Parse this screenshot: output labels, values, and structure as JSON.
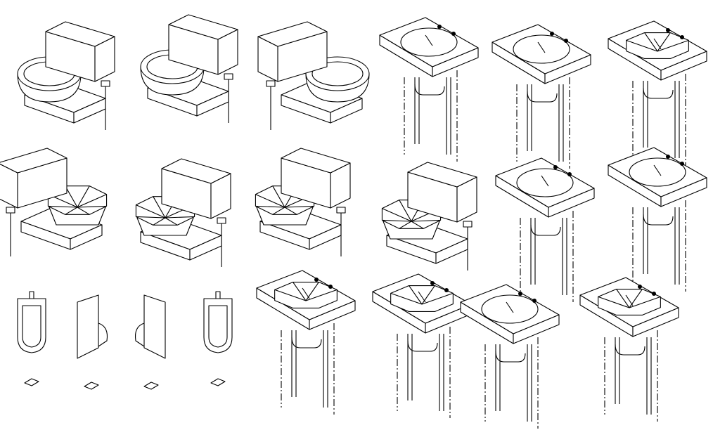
{
  "drawing": {
    "background": "#ffffff",
    "stroke": "#000000",
    "fixtures": [
      {
        "kind": "toilet-icon",
        "variant": "round-bowl-tank-right"
      },
      {
        "kind": "toilet-icon",
        "variant": "round-bowl-front"
      },
      {
        "kind": "toilet-icon",
        "variant": "round-bowl-tank-left"
      },
      {
        "kind": "sink-icon",
        "variant": "oval-basin"
      },
      {
        "kind": "sink-icon",
        "variant": "oval-basin"
      },
      {
        "kind": "sink-icon",
        "variant": "octagonal-basin"
      },
      {
        "kind": "toilet-icon",
        "variant": "faceted-bowl-tank-left"
      },
      {
        "kind": "toilet-icon",
        "variant": "faceted-bowl-tank-front"
      },
      {
        "kind": "toilet-icon",
        "variant": "faceted-bowl-front"
      },
      {
        "kind": "toilet-icon",
        "variant": "faceted-bowl-tank-right"
      },
      {
        "kind": "sink-icon",
        "variant": "oval-basin"
      },
      {
        "kind": "sink-icon",
        "variant": "oval-basin"
      },
      {
        "kind": "urinal-icon",
        "variant": "front"
      },
      {
        "kind": "urinal-icon",
        "variant": "side-left"
      },
      {
        "kind": "urinal-icon",
        "variant": "side-right"
      },
      {
        "kind": "urinal-icon",
        "variant": "front"
      },
      {
        "kind": "sink-icon",
        "variant": "octagonal-basin"
      },
      {
        "kind": "sink-icon",
        "variant": "octagonal-basin"
      },
      {
        "kind": "sink-icon",
        "variant": "oval-basin"
      },
      {
        "kind": "sink-icon",
        "variant": "octagonal-basin"
      }
    ]
  }
}
